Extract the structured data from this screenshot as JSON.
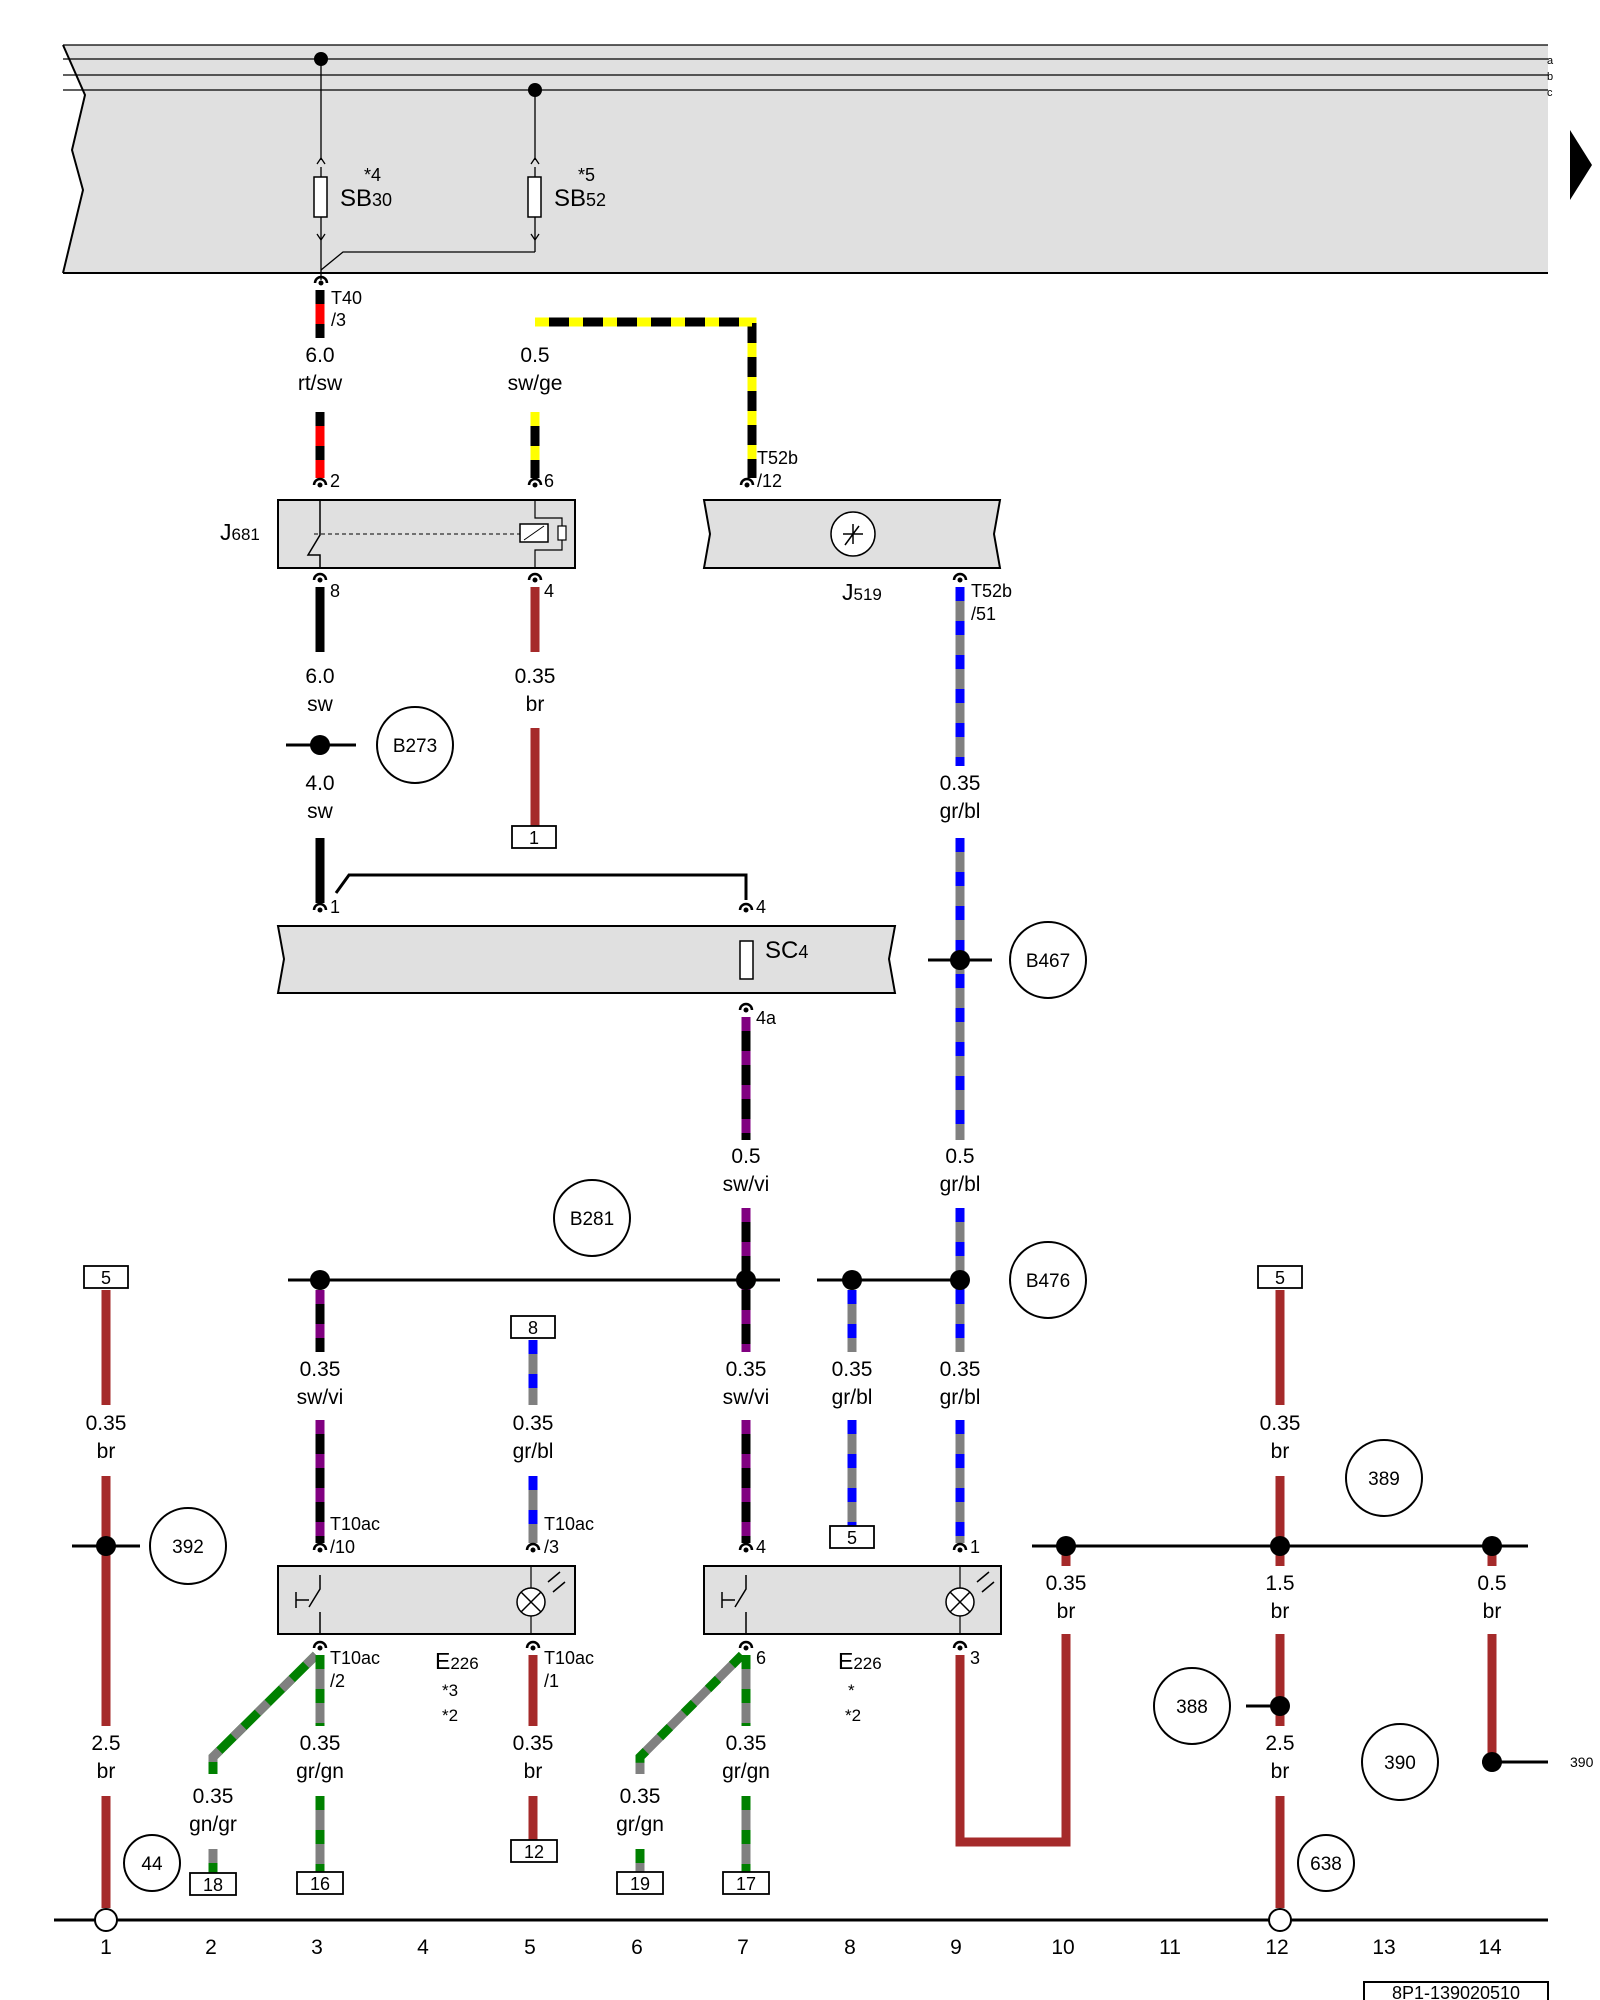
{
  "rails": [
    "a",
    "b",
    "c"
  ],
  "fuses": [
    {
      "id": "SB30",
      "base": "SB",
      "sub": "30",
      "note": "*4"
    },
    {
      "id": "SB52",
      "base": "SB",
      "sub": "52",
      "note": "*5"
    }
  ],
  "connectors": {
    "t40_3": [
      "T40",
      "/3"
    ],
    "t52b_12": [
      "T52b",
      "/12"
    ],
    "t52b_51": [
      "T52b",
      "/51"
    ],
    "t10ac_10": [
      "T10ac",
      "/10"
    ],
    "t10ac_3": [
      "T10ac",
      "/3"
    ],
    "t10ac_2": [
      "T10ac",
      "/2"
    ],
    "t10ac_1": [
      "T10ac",
      "/1"
    ]
  },
  "components": {
    "j681": {
      "base": "J",
      "sub": "681"
    },
    "j519": {
      "base": "J",
      "sub": "519"
    },
    "sc4": {
      "base": "SC",
      "sub": "4"
    },
    "e226_left": {
      "base": "E",
      "sub": "226",
      "notes": [
        "*3",
        "*2"
      ]
    },
    "e226_right": {
      "base": "E",
      "sub": "226",
      "notes": [
        "*",
        "*2"
      ]
    }
  },
  "pins": {
    "j681_2": "2",
    "j681_6": "6",
    "j681_8": "8",
    "j681_4": "4",
    "sc4_1": "1",
    "sc4_4": "4",
    "sc4_4a": "4a",
    "e226r_4": "4",
    "e226r_1": "1",
    "e226r_6": "6",
    "e226r_3": "3"
  },
  "wires": {
    "w1": {
      "size": "6.0",
      "color": "rt/sw"
    },
    "w2": {
      "size": "0.5",
      "color": "sw/ge"
    },
    "w3": {
      "size": "6.0",
      "color": "sw"
    },
    "w4": {
      "size": "0.35",
      "color": "br"
    },
    "w5": {
      "size": "4.0",
      "color": "sw"
    },
    "w6": {
      "size": "0.35",
      "color": "gr/bl"
    },
    "w7": {
      "size": "0.5",
      "color": "sw/vi"
    },
    "w8": {
      "size": "0.5",
      "color": "gr/bl"
    },
    "w9": {
      "size": "0.35",
      "color": "br"
    },
    "w10": {
      "size": "0.35",
      "color": "sw/vi"
    },
    "w11": {
      "size": "0.35",
      "color": "gr/bl"
    },
    "w12": {
      "size": "0.35",
      "color": "sw/vi"
    },
    "w13": {
      "size": "0.35",
      "color": "gr/bl"
    },
    "w14": {
      "size": "0.35",
      "color": "gr/bl"
    },
    "w15": {
      "size": "0.35",
      "color": "br"
    },
    "w16": {
      "size": "2.5",
      "color": "br"
    },
    "w17": {
      "size": "0.35",
      "color": "gn/gr"
    },
    "w18": {
      "size": "0.35",
      "color": "gr/gn"
    },
    "w19": {
      "size": "0.35",
      "color": "br"
    },
    "w20": {
      "size": "0.35",
      "color": "gr/gn"
    },
    "w21": {
      "size": "0.35",
      "color": "gr/gn"
    },
    "w22": {
      "size": "0.35",
      "color": "br"
    },
    "w23": {
      "size": "1.5",
      "color": "br"
    },
    "w24": {
      "size": "0.5",
      "color": "br"
    },
    "w25": {
      "size": "2.5",
      "color": "br"
    }
  },
  "ground_points": {
    "b273": "B273",
    "b467": "B467",
    "b281": "B281",
    "b476": "B476",
    "g392": "392",
    "g389": "389",
    "g388": "388",
    "g390": "390",
    "g44": "44",
    "g638": "638"
  },
  "ref_390": "390",
  "boxes": {
    "bx1": "1",
    "bx5a": "5",
    "bx8": "8",
    "bx5b": "5",
    "bx5c": "5",
    "bx18": "18",
    "bx16": "16",
    "bx12": "12",
    "bx19": "19",
    "bx17": "17"
  },
  "track_numbers": [
    "1",
    "2",
    "3",
    "4",
    "5",
    "6",
    "7",
    "8",
    "9",
    "10",
    "11",
    "12",
    "13",
    "14"
  ],
  "doc_code": "8P1-139020510",
  "colors": {
    "housing": "#e0e0e0",
    "black": "#000000",
    "red": "#ff0000",
    "brown": "#a52a2a",
    "yellow": "#ffff00",
    "blue": "#0000ff",
    "gray": "#808080",
    "violet": "#800080",
    "green": "#008000"
  }
}
